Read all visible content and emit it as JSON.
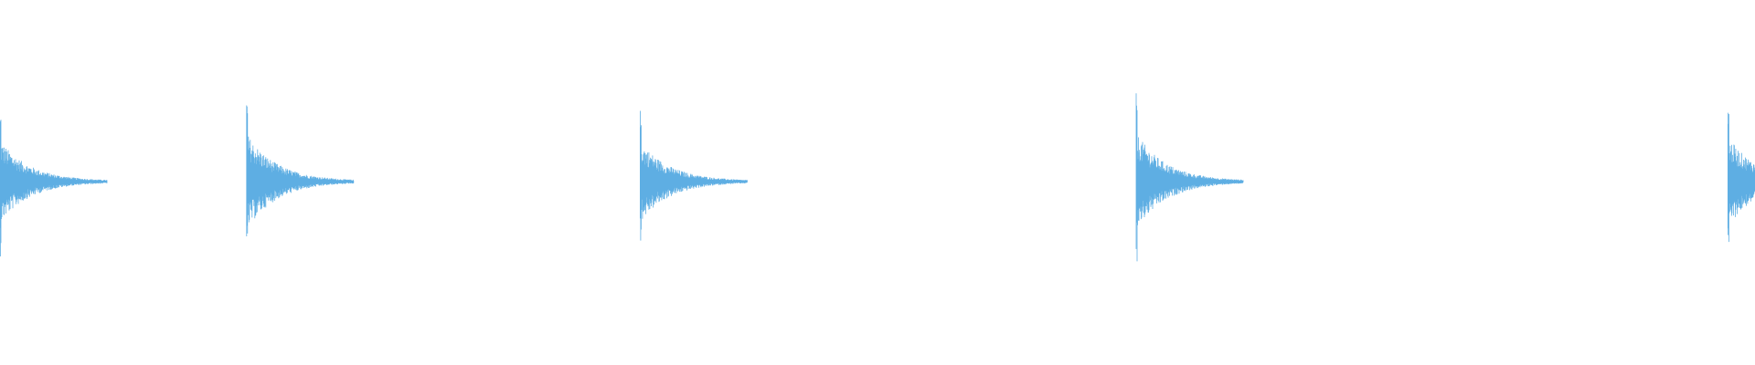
{
  "waveform": {
    "color": "#5eaee3",
    "background": "#ffffff",
    "transients": [
      {
        "onset": 0.0,
        "peak_amplitude": 0.83
      },
      {
        "onset": 0.1405,
        "peak_amplitude": 0.97
      },
      {
        "onset": 0.3648,
        "peak_amplitude": 0.81
      },
      {
        "onset": 0.6474,
        "peak_amplitude": 0.98
      },
      {
        "onset": 0.9846,
        "peak_amplitude": 0.9
      }
    ],
    "decay_length": 0.061
  }
}
